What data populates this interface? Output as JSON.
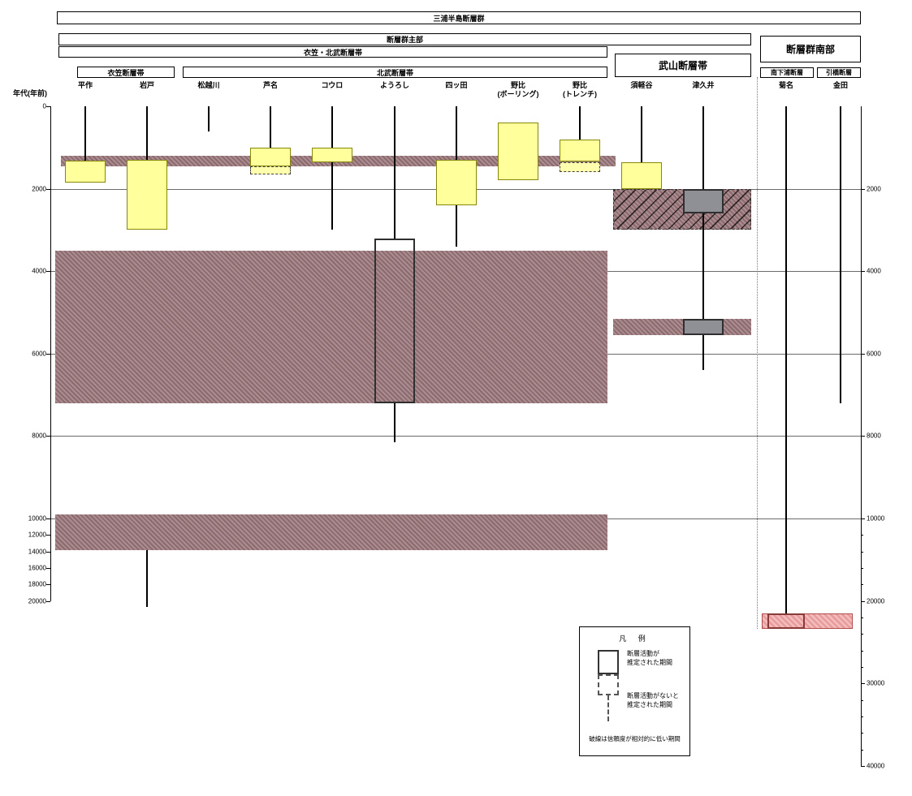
{
  "headers": {
    "title": "三浦半島断層群",
    "main_group": "断層群主部",
    "south_group": "断層群南部",
    "kinugasa_kitatake": "衣笠・北武断層帯",
    "takeyama": "武山断層帯",
    "kinugasa": "衣笠断層帯",
    "kitatake": "北武断層帯",
    "minamishitaura": "南下浦断層",
    "hikihashi": "引橋断層"
  },
  "axis": {
    "label": "年代(年前)"
  },
  "legend": {
    "title": "凡 例",
    "solid_label": "断層活動が\n推定された期間",
    "dashed_label": "断層活動がないと\n推定された期間",
    "note": "破線は信頼度が相対的に低い期間"
  },
  "chart_data": {
    "type": "bar",
    "subtype": "fault-activity-interval-timeline",
    "title": "三浦半島断層群",
    "ylabel": "年代(年前)",
    "y_direction": "down",
    "scale_break_year": 10000,
    "axis_max_year": 40000,
    "left_axis_ticks": [
      0,
      2000,
      4000,
      6000,
      8000,
      10000,
      12000,
      14000,
      16000,
      18000,
      20000
    ],
    "right_axis_ticks": [
      2000,
      4000,
      6000,
      8000,
      10000,
      20000,
      30000,
      40000
    ],
    "gridline_years": [
      2000,
      4000,
      6000,
      8000,
      10000
    ],
    "bands": [
      {
        "span": "main_top",
        "years": [
          1200,
          1450
        ],
        "style": "mauve"
      },
      {
        "span": "main",
        "years": [
          3500,
          7200
        ],
        "style": "mauve"
      },
      {
        "span": "main",
        "years": [
          9900,
          13800
        ],
        "style": "mauve"
      },
      {
        "span": "takeyama",
        "years": [
          2000,
          3000
        ],
        "style": "mauve-diag"
      },
      {
        "span": "takeyama",
        "years": [
          5150,
          5550
        ],
        "style": "mauve"
      },
      {
        "span": "south",
        "years": [
          21500,
          23400
        ],
        "style": "pink"
      }
    ],
    "sites": [
      {
        "label": "平作",
        "group": "衣笠断層帯",
        "lines": [
          [
            0,
            1320
          ]
        ],
        "boxes": [
          {
            "y": [
              1320,
              1850
            ],
            "style": "solid"
          }
        ]
      },
      {
        "label": "岩戸",
        "group": "衣笠断層帯",
        "lines": [
          [
            0,
            1300
          ],
          [
            13800,
            20700
          ]
        ],
        "boxes": [
          {
            "y": [
              1300,
              3000
            ],
            "style": "solid"
          }
        ]
      },
      {
        "label": "松越川",
        "group": "北武断層帯",
        "lines": [
          [
            0,
            600
          ]
        ],
        "boxes": []
      },
      {
        "label": "芦名",
        "group": "北武断層帯",
        "lines": [
          [
            0,
            1000
          ]
        ],
        "boxes": [
          {
            "y": [
              1000,
              1450
            ],
            "style": "solid"
          },
          {
            "y": [
              1450,
              1650
            ],
            "style": "dashed"
          }
        ]
      },
      {
        "label": "コウロ",
        "group": "北武断層帯",
        "lines": [
          [
            0,
            1000
          ],
          [
            1350,
            3000
          ]
        ],
        "boxes": [
          {
            "y": [
              1000,
              1350
            ],
            "style": "solid"
          }
        ]
      },
      {
        "label": "ようろし",
        "group": "北武断層帯",
        "lines": [
          [
            0,
            3200
          ],
          [
            7200,
            8150
          ]
        ],
        "boxes": [
          {
            "y": [
              3200,
              7200
            ],
            "style": "outline"
          }
        ]
      },
      {
        "label": "四ッ田",
        "group": "北武断層帯",
        "lines": [
          [
            0,
            1300
          ],
          [
            2400,
            3400
          ]
        ],
        "boxes": [
          {
            "y": [
              1300,
              2400
            ],
            "style": "solid"
          }
        ]
      },
      {
        "label": "野比\n(ボーリング)",
        "group": "北武断層帯",
        "lines": [],
        "boxes": [
          {
            "y": [
              400,
              1800
            ],
            "style": "solid"
          }
        ]
      },
      {
        "label": "野比\n(トレンチ)",
        "group": "北武断層帯",
        "lines": [
          [
            0,
            800
          ]
        ],
        "boxes": [
          {
            "y": [
              800,
              1350
            ],
            "style": "solid"
          },
          {
            "y": [
              1350,
              1600
            ],
            "style": "dashed"
          }
        ]
      },
      {
        "label": "須軽谷",
        "group": "武山断層帯",
        "lines": [
          [
            0,
            1350
          ]
        ],
        "boxes": [
          {
            "y": [
              1350,
              2000
            ],
            "style": "solid"
          }
        ]
      },
      {
        "label": "津久井",
        "group": "武山断層帯",
        "lines": [
          [
            0,
            2000
          ],
          [
            2600,
            5150
          ],
          [
            5550,
            6400
          ]
        ],
        "boxes": [
          {
            "y": [
              2000,
              2600
            ],
            "style": "gray"
          },
          {
            "y": [
              5150,
              5550
            ],
            "style": "gray"
          }
        ]
      },
      {
        "label": "菊名",
        "group": "南下浦断層",
        "lines": [
          [
            0,
            21500
          ]
        ],
        "boxes": [
          {
            "y": [
              21500,
              23400
            ],
            "style": "outline-red"
          }
        ]
      },
      {
        "label": "金田",
        "group": "引橋断層",
        "lines": [
          [
            0,
            7200
          ]
        ],
        "boxes": []
      }
    ]
  }
}
